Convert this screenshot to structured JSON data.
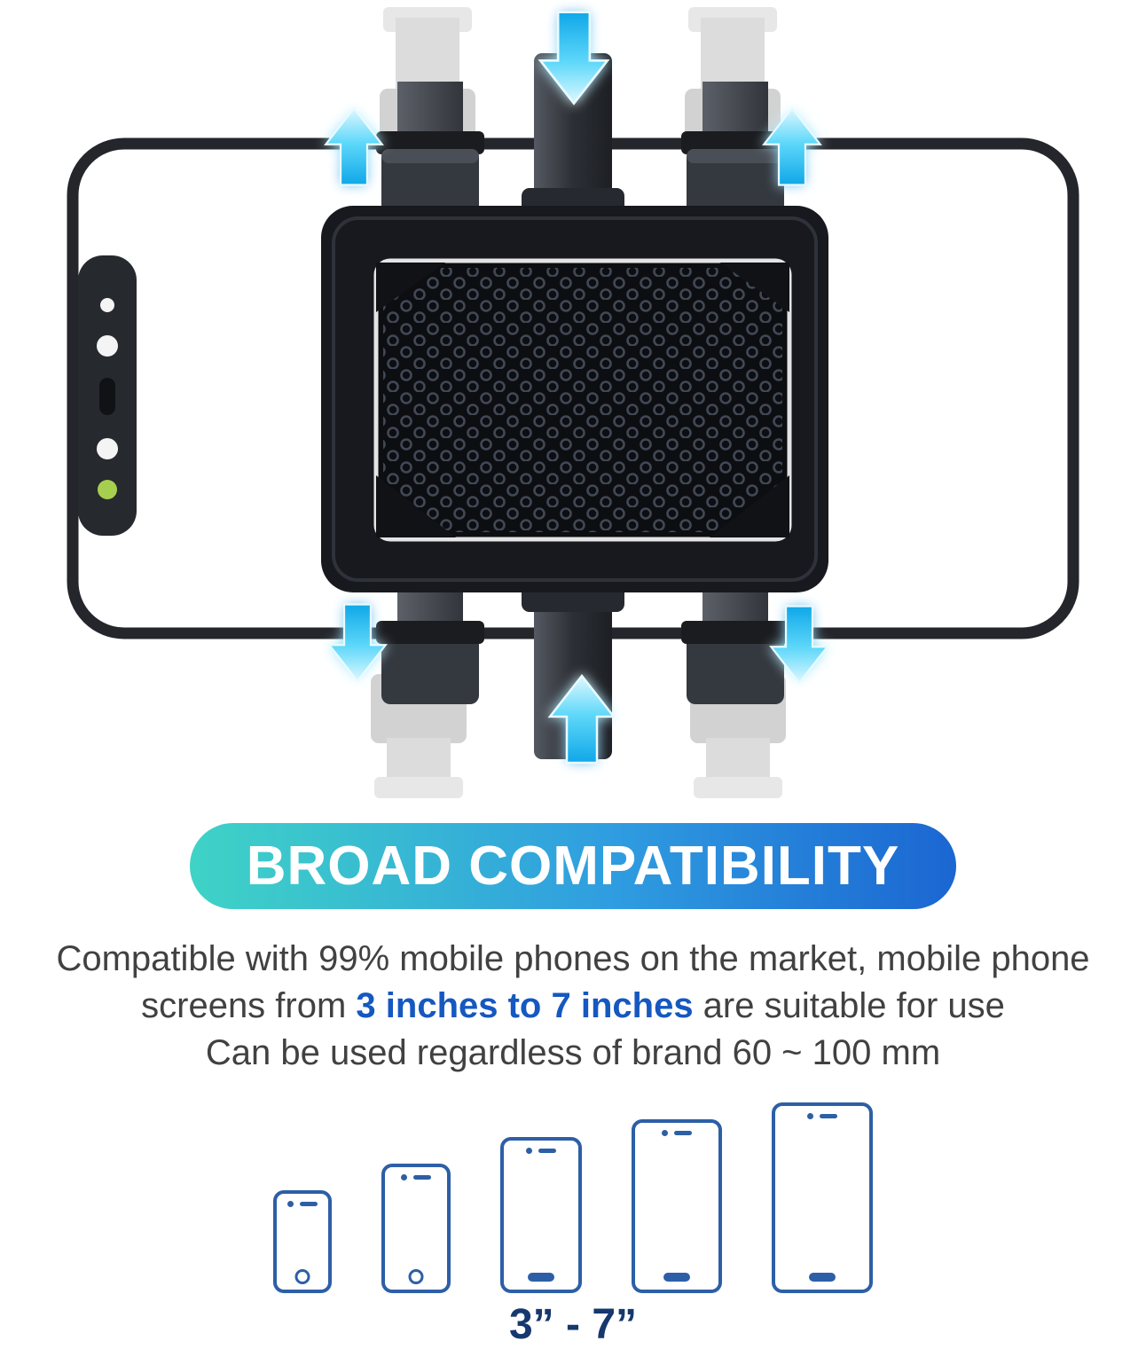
{
  "banner": {
    "label": "BROAD COMPATIBILITY"
  },
  "description": {
    "line1": "Compatible with 99% mobile phones on the market, mobile phone",
    "line2_prefix": "screens from ",
    "line2_highlight": "3 inches to 7 inches",
    "line2_suffix": " are suitable for use",
    "line3": "Can be used regardless of brand 60 ~ 100 mm"
  },
  "size_range_label": "3” - 7”",
  "illustration": {
    "icons": {
      "arrows": "glow-arrow-icon",
      "device": "smartphone-in-clamp-mount"
    },
    "arrow_color": "#2fc1f2"
  },
  "phone_icons": {
    "count": 5,
    "outline_color": "#2d5fa6"
  },
  "colors": {
    "banner_gradient_start": "#3fd3c6",
    "banner_gradient_end": "#1b66d2",
    "highlight_text": "#1558c0",
    "description_text": "#414141",
    "size_label_text": "#16386e"
  }
}
